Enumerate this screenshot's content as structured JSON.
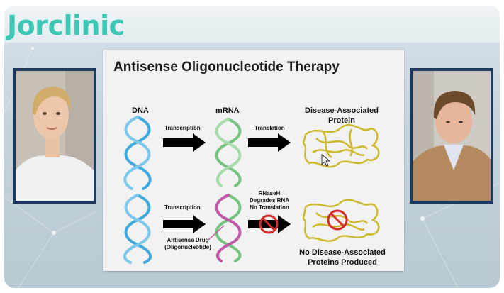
{
  "brand": {
    "logo_text": "Jorclinic",
    "accent_color": "#3cc8b4"
  },
  "participants": [
    {
      "position": "left",
      "description": "video-participant"
    },
    {
      "position": "right",
      "description": "video-participant"
    }
  ],
  "slide": {
    "title": "Antisense Oligonucleotide Therapy",
    "row1": {
      "dna_label": "DNA",
      "mrna_label": "mRNA",
      "step1_label": "Transcription",
      "step2_label": "Translation",
      "protein_label_line1": "Disease-Associated",
      "protein_label_line2": "Protein"
    },
    "row2": {
      "step1_label": "Transcription",
      "drug_label_line1": "Antisense Drug",
      "drug_label_line2": "(Oligonucleotide)",
      "rnaseh_line1": "RNaseH",
      "rnaseh_line2": "Degrades RNA",
      "rnaseh_line3": "No Translation",
      "result_line1": "No Disease-Associated",
      "result_line2": "Proteins Produced"
    },
    "colors": {
      "dna": "#3fa9dc",
      "mrna": "#74c47f",
      "drug": "#c05aa8",
      "protein": "#cdb92e",
      "block": "#d42a2a"
    }
  }
}
